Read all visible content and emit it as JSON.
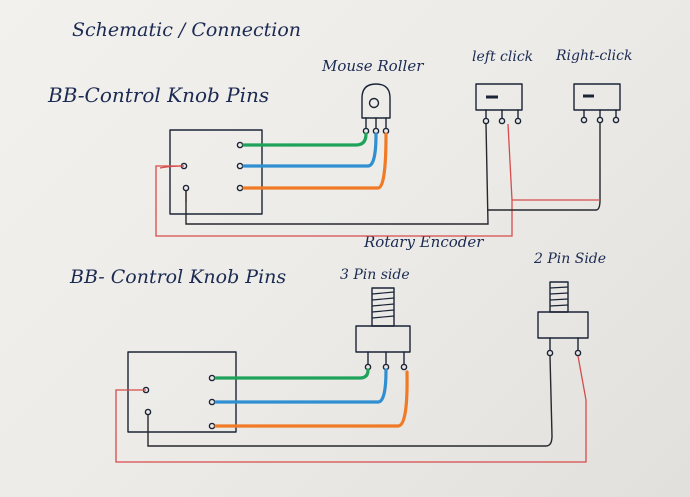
{
  "labels": {
    "title": "Schematic / Connection",
    "bb_top": "BB-Control Knob Pins",
    "mouse_roller": "Mouse Roller",
    "left_click": "left click",
    "right_click": "Right-click",
    "rotary_encoder": "Rotary Encoder",
    "bb_bottom": "BB- Control Knob Pins",
    "three_pin_side": "3 Pin side",
    "two_pin_side": "2 Pin Side"
  },
  "colors": {
    "ink": "#1b2436",
    "green_wire": "#1fa35a",
    "blue_wire": "#2f8fd0",
    "orange_wire": "#f07a26",
    "red_wire": "#d64b4b",
    "black_wire": "#26282e"
  }
}
